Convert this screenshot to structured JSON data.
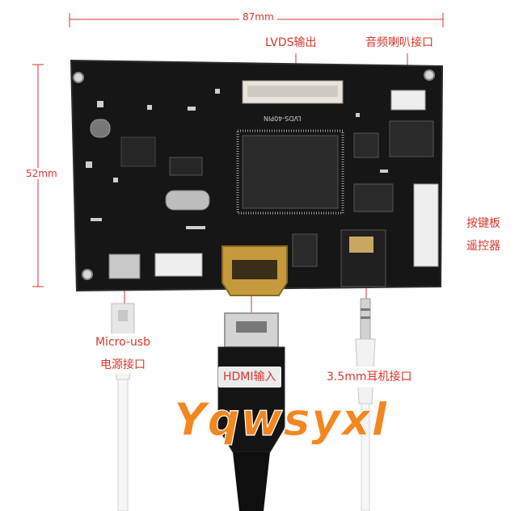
{
  "dimensions": {
    "width_label": "87mm",
    "height_label": "52mm"
  },
  "callouts": {
    "lvds": "LVDS输出",
    "audio": "音频喇叭接口",
    "keypad_line1": "按键板",
    "keypad_line2": "遥控器",
    "micro_usb_line1": "Micro-usb",
    "micro_usb_line2": "电源接口",
    "hdmi": "HDMI输入",
    "audio_jack": "3.5mm耳机接口"
  },
  "board": {
    "chip_marking": "LVDS-40PIN"
  },
  "watermark": "Yqwsyxl",
  "colors": {
    "annotation": "#d9362b",
    "pcb": "#1a1a1a",
    "watermark": "#f3871f"
  }
}
